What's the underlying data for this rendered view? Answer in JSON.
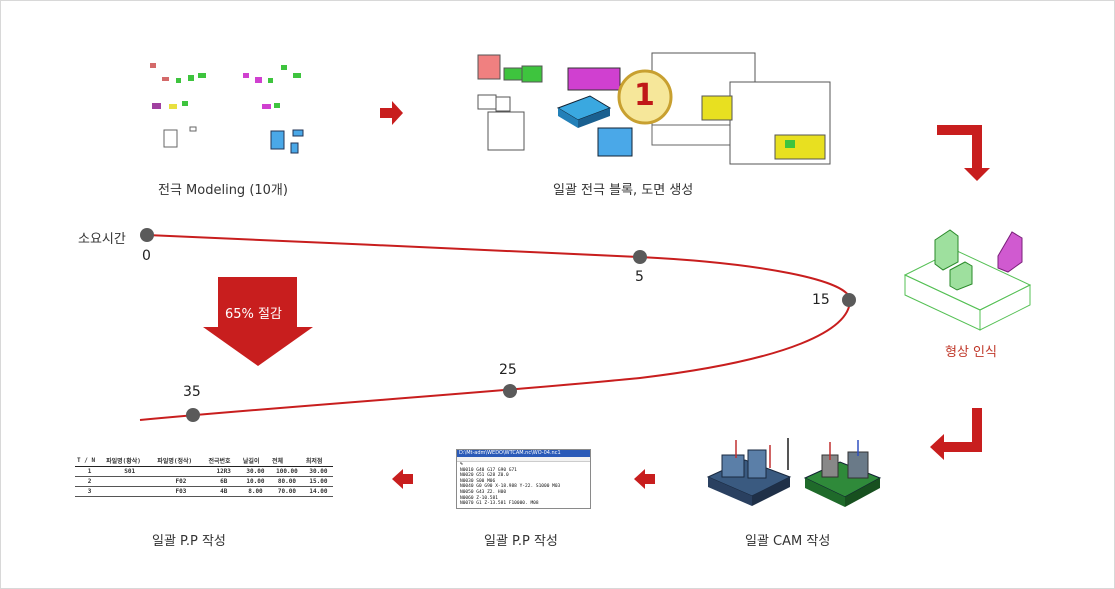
{
  "steps": {
    "modeling": "전극 Modeling (10개)",
    "block_drawing": "일괄 전극 블록, 도면 생성",
    "shape_recognition": "형상 인식",
    "cam": "일괄 CAM 작성",
    "pp_program": "일괄 P.P 작성",
    "pp_table": "일괄 P.P 작성"
  },
  "timeline": {
    "title": "소요시간",
    "points": [
      "0",
      "5",
      "15",
      "25",
      "35"
    ]
  },
  "reduction": "65% 절감",
  "badge_number": "1",
  "colors": {
    "accent": "#c81e1e",
    "node": "#5a5a5a",
    "label_red": "#c0392b"
  },
  "nc_window": {
    "title": "D:\\Mt-adm\\WEDO\\WTCAM.nc\\WO-04.nc1",
    "lines": [
      "%",
      "N0010 G40 G17 G90 G71",
      "N0020 G51 G28 Z0.0",
      "N0030 S00 M06",
      "N0040 G0 G90 X-18.988 Y-22. S1000 M03",
      "N0050 G43 Z2. H00",
      "N0060 Z-10.581",
      "N0070 G1 Z-13.581 F10000. M08"
    ]
  },
  "pp_table": {
    "headers": [
      "T / N",
      "파일명(황삭)",
      "파일명(정삭)",
      "전극번호",
      "날길이",
      "전체",
      "최저점"
    ],
    "rows": [
      [
        "1",
        "S01",
        "",
        "12R3",
        "30.00",
        "100.00",
        "30.00"
      ],
      [
        "2",
        "",
        "F02",
        "6B",
        "10.00",
        "80.00",
        "15.00"
      ],
      [
        "3",
        "",
        "F03",
        "4B",
        "8.00",
        "70.00",
        "14.00"
      ]
    ]
  }
}
